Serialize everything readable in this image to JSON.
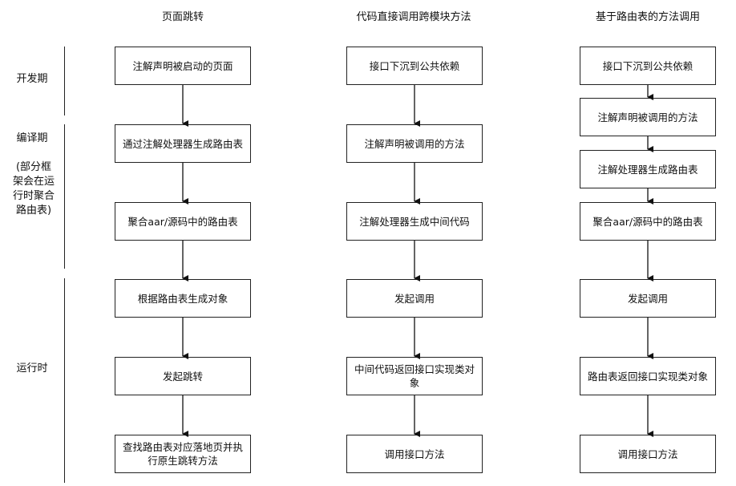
{
  "columns": [
    {
      "title": "页面跳转",
      "boxes": [
        "注解声明被启动的页面",
        "通过注解处理器生成路由表",
        "聚合aar/源码中的路由表",
        "根据路由表生成对象",
        "发起跳转",
        "查找路由表对应落地页并执行原生跳转方法"
      ]
    },
    {
      "title": "代码直接调用跨模块方法",
      "boxes": [
        "接口下沉到公共依赖",
        "注解声明被调用的方法",
        "注解处理器生成中间代码",
        "发起调用",
        "中间代码返回接口实现类对象",
        "调用接口方法"
      ]
    },
    {
      "title": "基于路由表的方法调用",
      "boxes": [
        "接口下沉到公共依赖",
        "注解声明被调用的方法",
        "注解处理器生成路由表",
        "聚合aar/源码中的路由表",
        "发起调用",
        "路由表返回接口实现类对象",
        "调用接口方法"
      ]
    }
  ],
  "phases": {
    "dev": "开发期",
    "compile": "编译期",
    "compile_note": "(部分框架会在运行时聚合路由表)",
    "runtime": "运行时"
  }
}
